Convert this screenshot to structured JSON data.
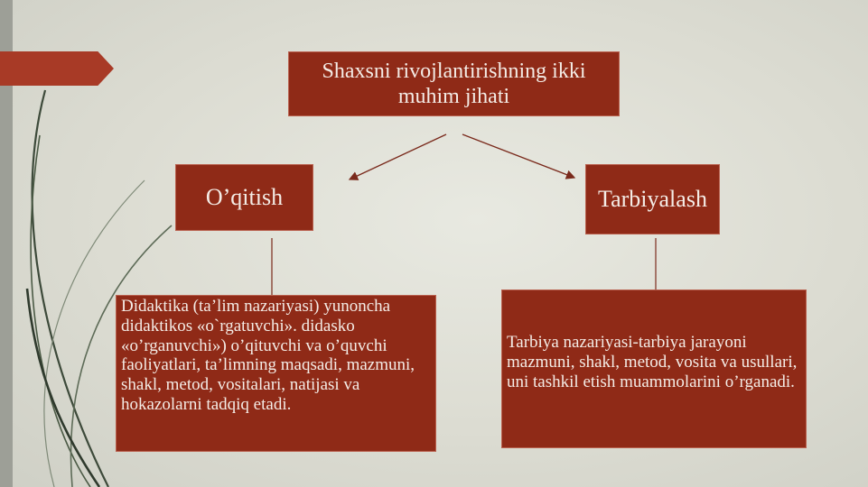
{
  "diagram": {
    "title": "Shaxsni rivojlantirishning ikki muhim jihati",
    "nodes": [
      {
        "id": "oqitish",
        "label": "O’qitish"
      },
      {
        "id": "tarbiyalash",
        "label": "Tarbiyalash"
      }
    ],
    "descriptions": [
      {
        "node": "oqitish",
        "text": "Didaktika (ta’lim nazariyasi) yunoncha didaktikos «o`rgatuvchi». didasko «o’rganuvchi») o’qituvchi va o’quvchi faoliyatlari, ta’limning maqsadi, mazmuni, shakl, metod, vositalari, natijasi va hokazolarni tadqiq etadi."
      },
      {
        "node": "tarbiyalash",
        "text": "Tarbiya nazariyasi-tarbiya jarayoni mazmuni, shakl, metod, vosita va usullari, uni tashkil etish muammolarini o’rganadi."
      }
    ],
    "colors": {
      "box_fill": "#8f2a17",
      "box_text": "#f4ece6",
      "accent_tab": "#a83a26",
      "background": "#dcdcd2",
      "connector": "#7a2a1c"
    }
  }
}
